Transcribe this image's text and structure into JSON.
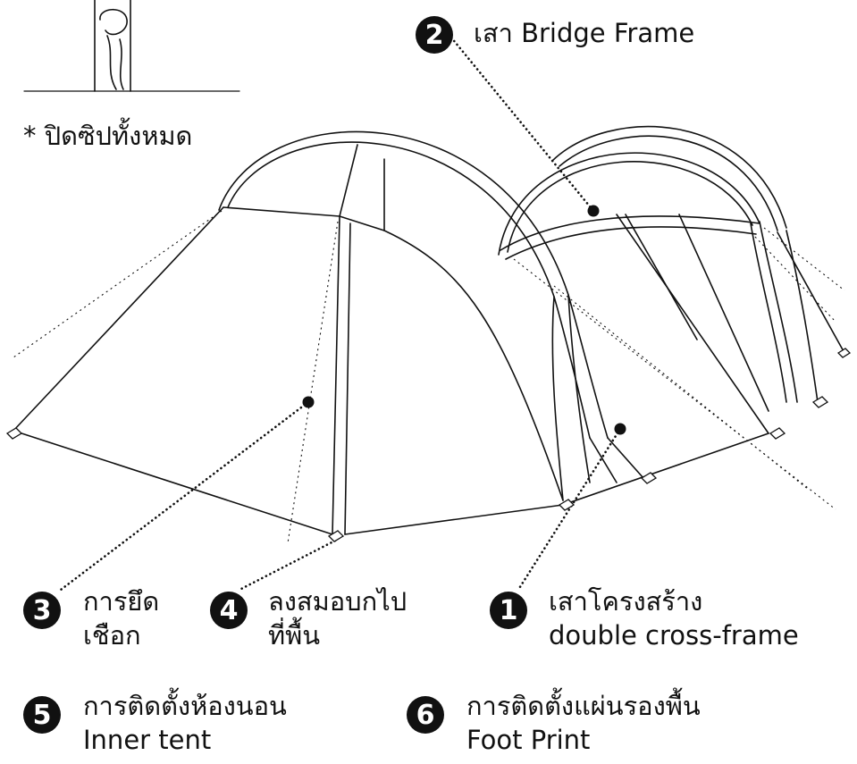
{
  "note": "* ปิดซิปทั้งหมด",
  "callouts": [
    {
      "num": "1",
      "line1": "เสาโครงสร้าง",
      "line2": "double cross-frame"
    },
    {
      "num": "2",
      "line1": "เสา Bridge Frame",
      "line2": ""
    },
    {
      "num": "3",
      "line1": "การยึด",
      "line2": "เชือก"
    },
    {
      "num": "4",
      "line1": "ลงสมอบกไป",
      "line2": "ที่พื้น"
    },
    {
      "num": "5",
      "line1": "การติดตั้งห้องนอน",
      "line2": "Inner tent"
    },
    {
      "num": "6",
      "line1": "การติดตั้งแผ่นรองพื้น",
      "line2": "Foot Print"
    }
  ],
  "colors": {
    "ink": "#111111",
    "background": "#ffffff"
  }
}
